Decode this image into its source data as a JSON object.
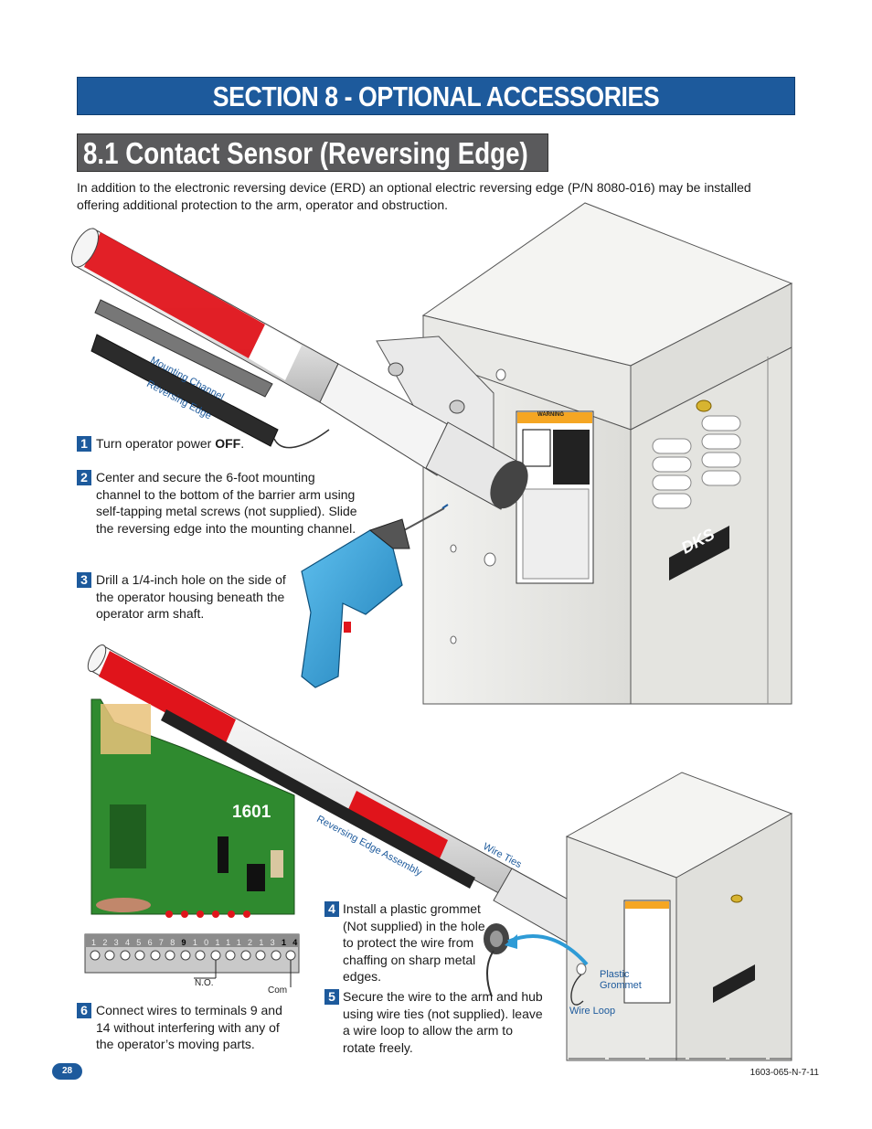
{
  "header": {
    "section_title": "SECTION 8 - OPTIONAL ACCESSORIES INSTALLATION",
    "subsection_title": "8.1 Contact Sensor (Reversing Edge)"
  },
  "intro": "In addition to the electronic reversing device (ERD) an optional electric reversing edge (P/N 8080-016) may be installed offering additional protection to the arm, operator and obstruction.",
  "steps": [
    {
      "num": "1",
      "text_before": "Turn operator power ",
      "bold": "OFF",
      "text_after": "."
    },
    {
      "num": "2",
      "text": "Center and secure the 6-foot mounting channel to the bottom of the barrier arm using self-tapping metal screws (not supplied). Slide the reversing edge into the mounting channel."
    },
    {
      "num": "3",
      "text": "Drill a 1/4-inch hole on the side of the operator housing beneath the operator arm shaft."
    },
    {
      "num": "4",
      "text": "Install a plastic grommet (Not supplied) in the hole to protect the wire from chaffing on sharp metal edges."
    },
    {
      "num": "5",
      "text": "Secure the wire to the arm and hub using wire ties (not supplied). leave a wire loop to allow the arm to rotate freely."
    },
    {
      "num": "6",
      "text": "Connect wires to terminals 9 and 14 without interfering with any of the operator’s moving parts."
    }
  ],
  "callouts": {
    "mounting_channel": "Mounting Channel",
    "reversing_edge": "Reversing Edge",
    "reversing_edge_assembly": "Reversing Edge Assembly",
    "wire_ties": "Wire Ties",
    "plastic_grommet": "Plastic\nGrommet",
    "wire_loop": "Wire Loop",
    "board_model": "1601",
    "no_label": "N.O.",
    "com_label": "Com",
    "terminal_numbers": [
      "1",
      "2",
      "3",
      "4",
      "5",
      "6",
      "7",
      "8",
      "9",
      "10",
      "11",
      "12",
      "13",
      "14"
    ],
    "warning_label": "WARNING",
    "brand": "DKS"
  },
  "footer": {
    "page_number": "28",
    "doc_code": "1603-065-N-7-11"
  },
  "colors": {
    "brand_blue": "#1d5a9c",
    "subheader_gray": "#5a5a5c",
    "arm_red": "#e0141b",
    "drill_blue": "#2e9bd6"
  }
}
